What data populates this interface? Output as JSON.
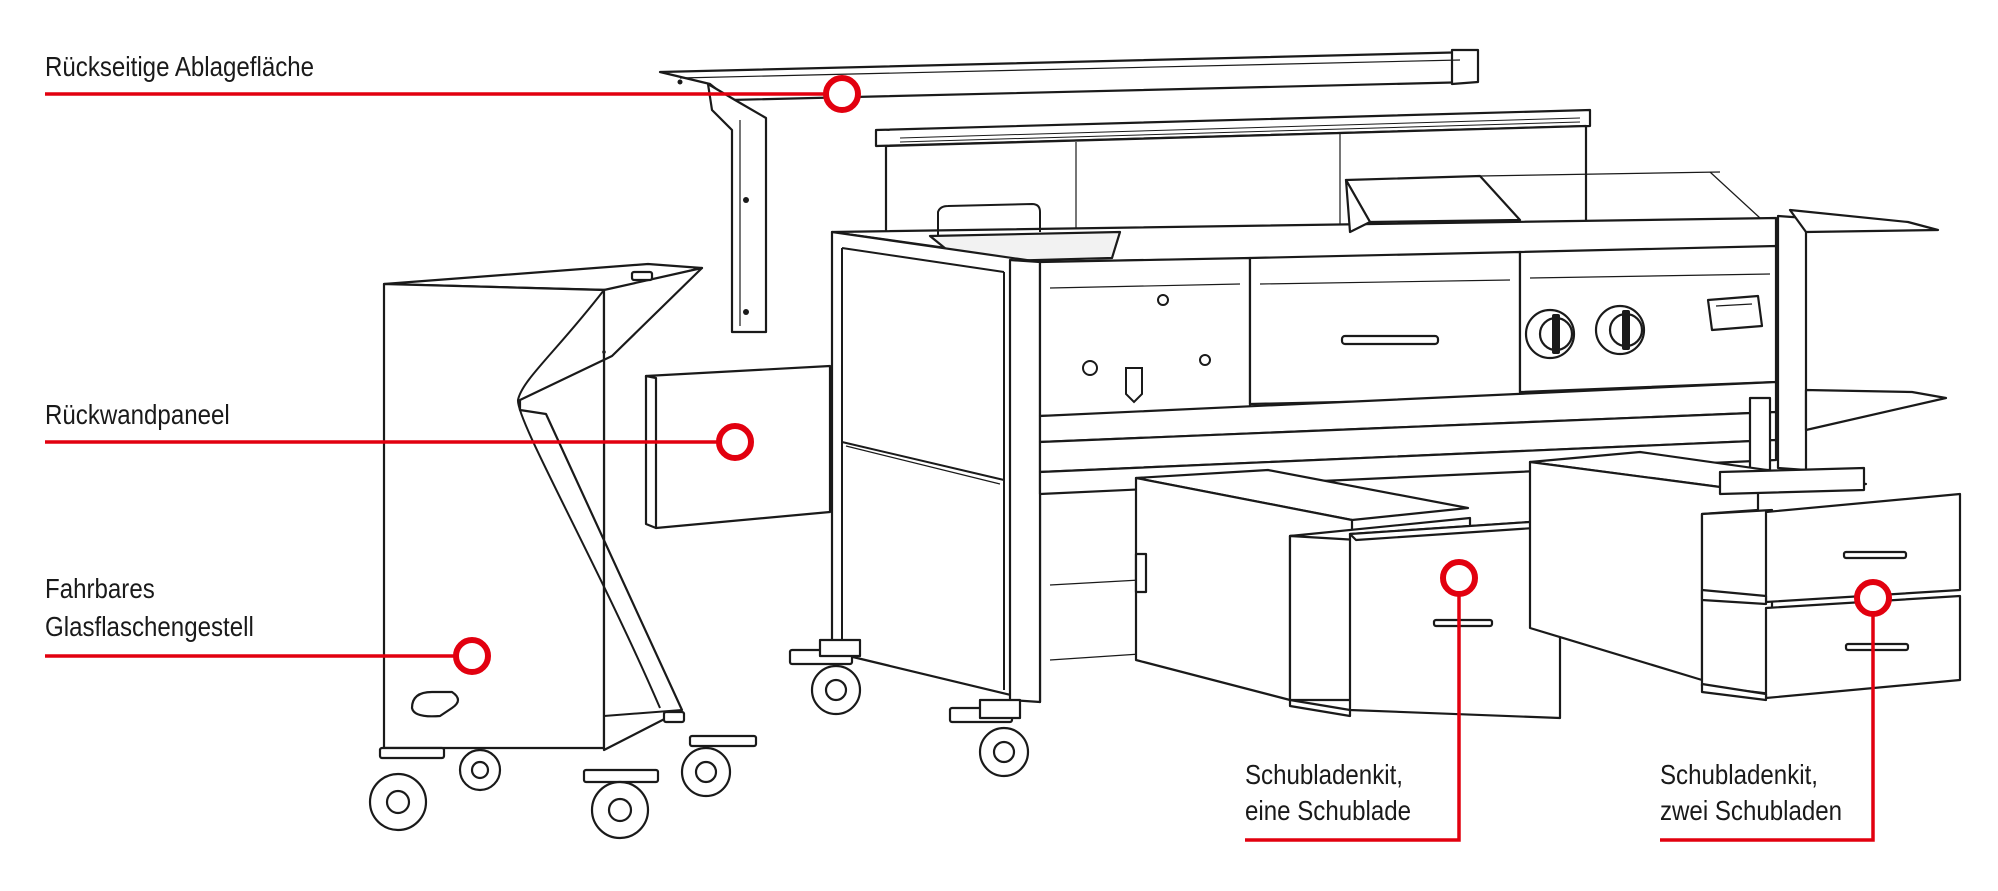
{
  "colors": {
    "accent": "#e2000f",
    "outline": "#1a1a1a",
    "background": "#ffffff"
  },
  "callouts": {
    "back_shelf": {
      "text": "Rückseitige Ablagefläche"
    },
    "back_panel": {
      "text": "Rückwandpaneel"
    },
    "bottle_rack": {
      "line1": "Fahrbares",
      "line2": "Glasflaschengestell"
    },
    "drawer_single": {
      "line1": "Schubladenkit,",
      "line2": "eine Schublade"
    },
    "drawer_double": {
      "line1": "Schubladenkit,",
      "line2": "zwei Schubladen"
    }
  }
}
